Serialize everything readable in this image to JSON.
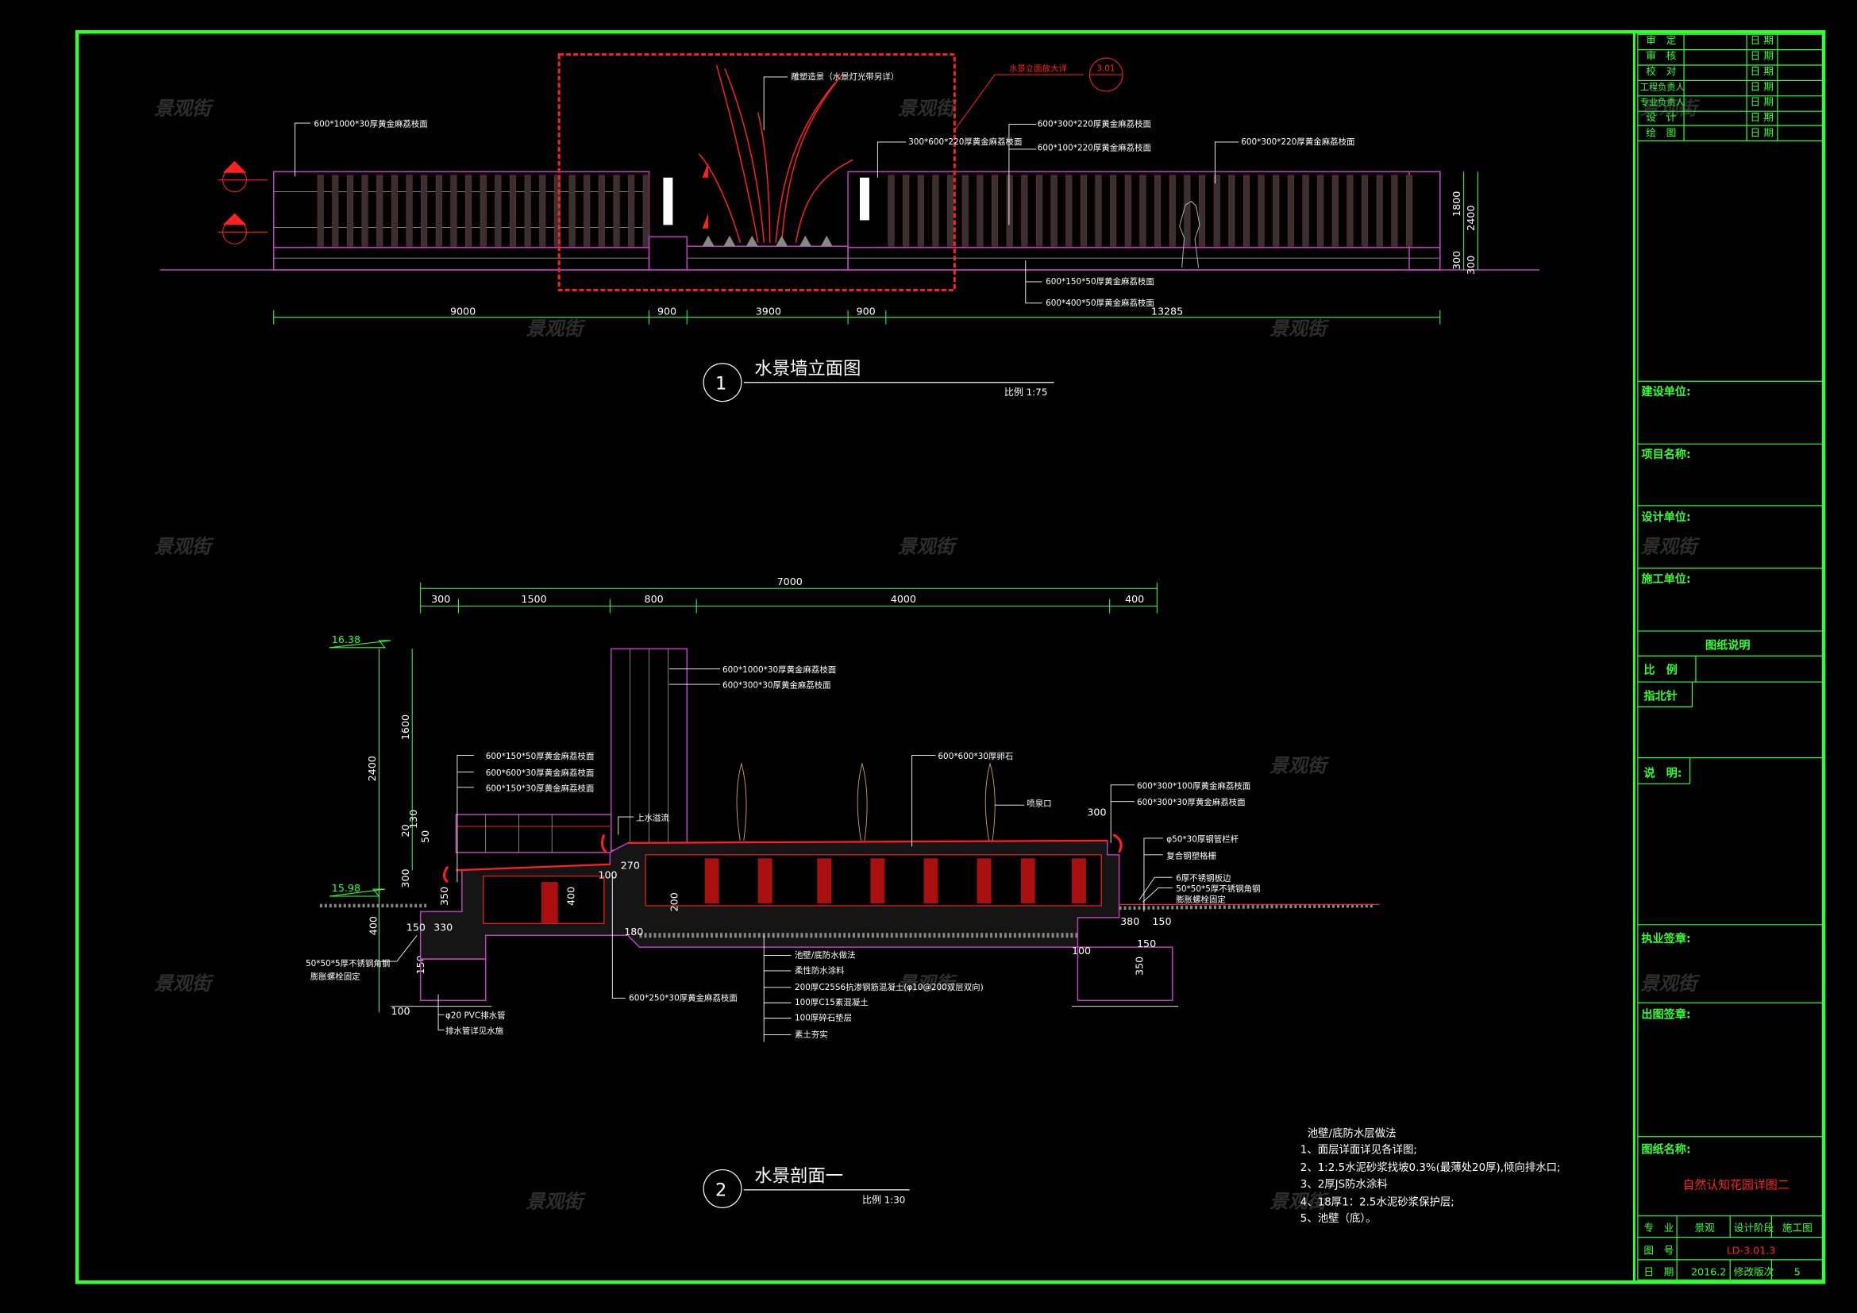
{
  "watermark": "景观街",
  "colors": {
    "frame": "#33ff33",
    "wall": "#c040c0",
    "accent": "#ff2020",
    "text": "#ffffff"
  },
  "elevation": {
    "number": "1",
    "title": "水景墙立面图",
    "scale": "比例 1:75",
    "detail_callout": "水景立面放大详",
    "detail_ref": "3.01",
    "labels": {
      "left_wall": "600*1000*30厚黄金麻荔枝面",
      "sculpture": "雕塑造景（水景灯光带另详）",
      "mid_wall": "300*600*220厚黄金麻荔枝面",
      "right_a": "600*300*220厚黄金麻荔枝面",
      "right_b": "600*100*220厚黄金麻荔枝面",
      "right_c": "600*300*220厚黄金麻荔枝面",
      "base_a": "600*150*50厚黄金麻荔枝面",
      "base_b": "600*400*50厚黄金麻荔枝面"
    },
    "dims": [
      "9000",
      "900",
      "3900",
      "900",
      "13285"
    ],
    "vdims": [
      "1800",
      "2400",
      "300",
      "300"
    ]
  },
  "section": {
    "number": "2",
    "title": "水景剖面一",
    "scale": "比例 1:30",
    "total": "7000",
    "dims": [
      "300",
      "1500",
      "800",
      "4000",
      "400"
    ],
    "levels": [
      "16.38",
      "15.98"
    ],
    "vdims": [
      "1600",
      "2400",
      "20",
      "130",
      "50",
      "300",
      "350",
      "400",
      "150",
      "350",
      "100"
    ],
    "hdims": [
      "270",
      "200",
      "400",
      "180",
      "330",
      "150",
      "380",
      "150",
      "300",
      "100",
      "100",
      "150"
    ],
    "labels_left": [
      "600*150*50厚黄金麻荔枝面",
      "600*600*30厚黄金麻荔枝面",
      "600*150*30厚黄金麻荔枝面"
    ],
    "labels_wall": [
      "600*1000*30厚黄金麻荔枝面",
      "600*300*30厚黄金麻荔枝面"
    ],
    "label_pool": "600*600*30厚卵石",
    "label_overflow": "上水溢流",
    "label_nozzle": "喷泉口",
    "labels_right": [
      "600*300*100厚黄金麻荔枝面",
      "600*300*30厚黄金麻荔枝面"
    ],
    "labels_right2": [
      "φ50*30厚钢管栏杆",
      "复合钢塑格栅"
    ],
    "labels_right3": [
      "6厚不锈钢板边",
      "50*50*5厚不锈钢角钢",
      "膨胀螺栓固定"
    ],
    "labels_left_low": [
      "50*50*5厚不锈钢角钢",
      "膨胀螺栓固定"
    ],
    "labels_left_pipe": [
      "φ20 PVC排水管",
      "排水管详见水施"
    ],
    "label_side": "600*250*30厚黄金麻荔枝面",
    "layers": [
      "池壁/底防水做法",
      "柔性防水涂料",
      "200厚C25S6抗渗钢筋混凝土(φ10@200双层双向)",
      "100厚C15素混凝土",
      "100厚碎石垫层",
      "素土夯实"
    ]
  },
  "notes": {
    "title": "池壁/底防水层做法",
    "items": [
      "1、面层详面详见各详图;",
      "2、1:2.5水泥砂浆找坡0.3%(最薄处20厚),倾向排水口;",
      "3、2厚JS防水涂料",
      "4、18厚1：2.5水泥砂浆保护层;",
      "5、池壁（底）。"
    ]
  },
  "titleblock": {
    "sign_rows": [
      {
        "role": "审　定",
        "date": "日 期"
      },
      {
        "role": "审　核",
        "date": "日 期"
      },
      {
        "role": "校　对",
        "date": "日 期"
      },
      {
        "role": "工程负责人",
        "date": "日 期"
      },
      {
        "role": "专业负责人",
        "date": "日 期"
      },
      {
        "role": "设　计",
        "date": "日 期"
      },
      {
        "role": "绘　图",
        "date": "日 期"
      }
    ],
    "client": "建设单位:",
    "project": "项目名称:",
    "designer": "设计单位:",
    "contractor": "施工单位:",
    "drawing_notes": "图纸说明",
    "scale": "比　例",
    "north": "指北针",
    "remarks": "说　明:",
    "license_seal": "执业签章:",
    "issue_seal": "出图签章:",
    "drawing_name_label": "图纸名称:",
    "drawing_name": "自然认知花园详图二",
    "discipline_label": "专　业",
    "discipline": "景观",
    "stage_label": "设计阶段",
    "stage": "施工图",
    "number_label": "图　号",
    "number": "LD-3.01.3",
    "date_label": "日　期",
    "date": "2016.2",
    "revision_label": "修改版次",
    "revision": "5"
  }
}
